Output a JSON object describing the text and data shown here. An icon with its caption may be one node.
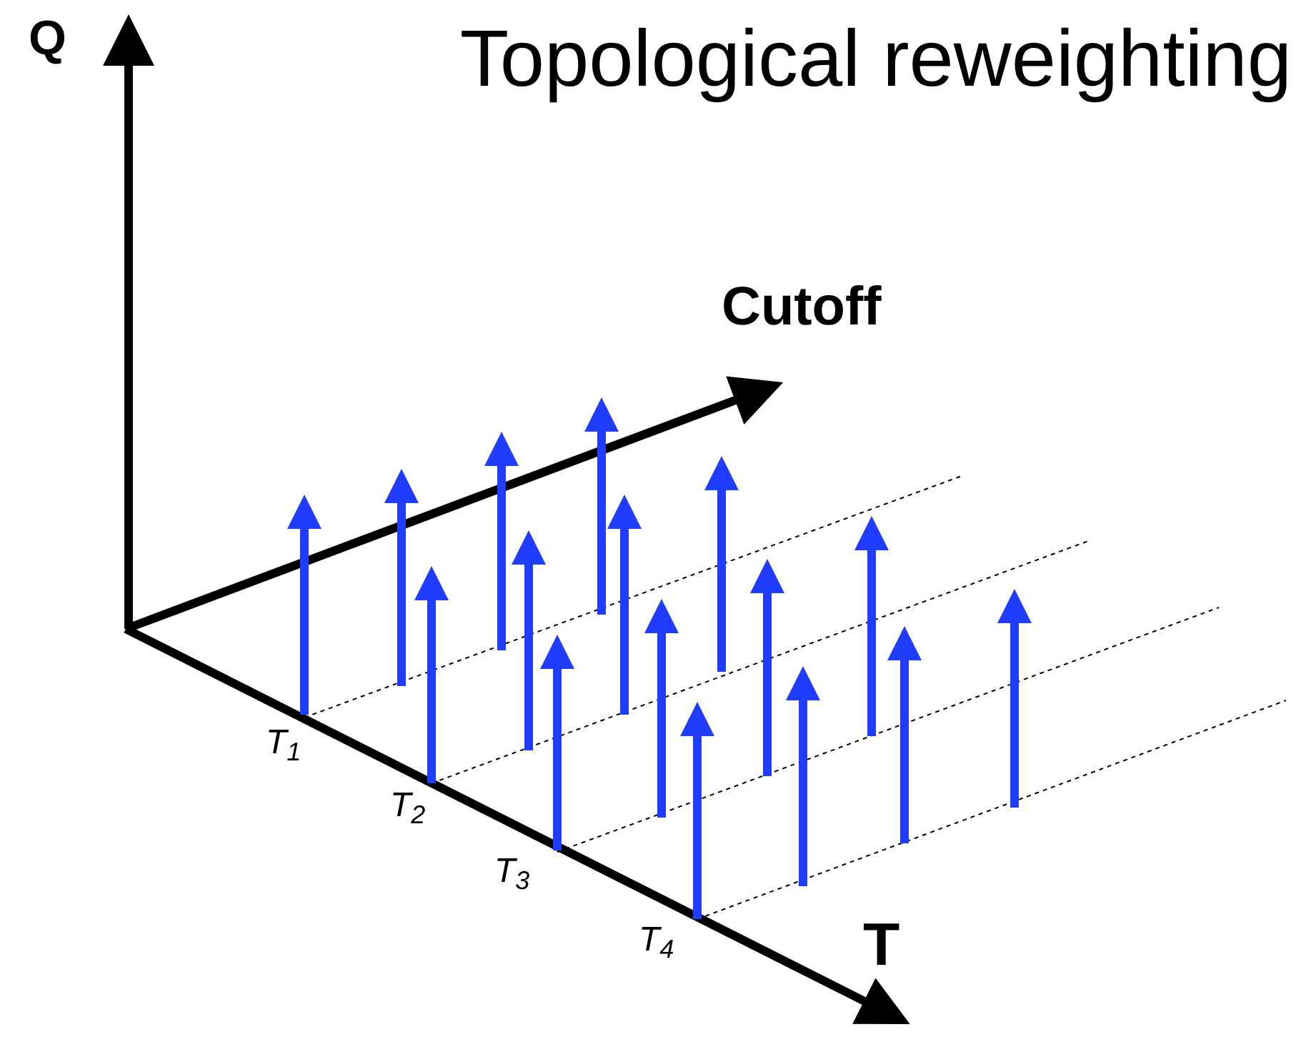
{
  "diagram": {
    "title": "Topological reweighting",
    "labels": [
      "Q",
      "Cutoff",
      "T$_{1}$",
      "T$_{2}$",
      "T$_{3}$",
      "T$_{4}$",
      "T"
    ]
  }
}
